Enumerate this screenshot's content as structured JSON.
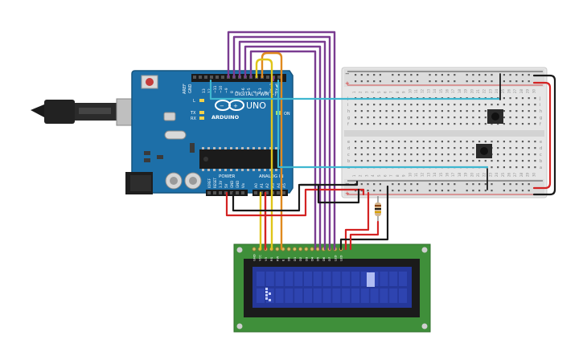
{
  "arduino": {
    "model_label": "UNO",
    "brand_label": "ARDUINO",
    "digital_header_label": "DIGITAL (PWM ~)",
    "power_label": "POWER",
    "analog_label": "ANALOG IN",
    "on_label": "ON",
    "aref_label": "AREF",
    "gnd_label": "GND",
    "tx_label": "TX",
    "rx_label": "RX",
    "l_label": "L",
    "digital_pins": [
      "13",
      "12",
      "~11",
      "~10",
      "~9",
      "8",
      "7",
      "~6",
      "~5",
      "4",
      "~3",
      "2",
      "TX➔1",
      "RX◀0"
    ],
    "power_pins": [
      "IOREF",
      "RESET",
      "3.3V",
      "5V",
      "GND",
      "GND",
      "Vin"
    ],
    "analog_pins": [
      "A0",
      "A1",
      "A2",
      "A3",
      "A4",
      "A5"
    ]
  },
  "breadboard": {
    "column_numbers": [
      "1",
      "2",
      "3",
      "4",
      "5",
      "6",
      "7",
      "8",
      "9",
      "10",
      "11",
      "12",
      "13",
      "14",
      "15",
      "16",
      "17",
      "18",
      "19",
      "20",
      "21",
      "22",
      "23",
      "24",
      "25",
      "26",
      "27",
      "28",
      "29",
      "30"
    ],
    "row_letters_top": [
      "j",
      "i",
      "h",
      "g",
      "f"
    ],
    "row_letters_bottom": [
      "e",
      "d",
      "c",
      "b",
      "a"
    ]
  },
  "lcd": {
    "pin_labels": [
      "GND",
      "VCC",
      "V0",
      "RS",
      "RW",
      "E",
      "D0",
      "D1",
      "D2",
      "D3",
      "D4",
      "D5",
      "D6",
      "D7",
      "LED",
      "LED"
    ]
  },
  "colors": {
    "board_blue": "#1d6fa8",
    "lcd_green": "#3f8f3a",
    "lcd_screen": "#25389a",
    "wire_purple": "#7a3c91",
    "wire_red": "#d32323",
    "wire_black": "#1a1a1a",
    "wire_cyan": "#3fb7d0",
    "wire_orange": "#e08a1e",
    "wire_yellow": "#e0c51a"
  }
}
